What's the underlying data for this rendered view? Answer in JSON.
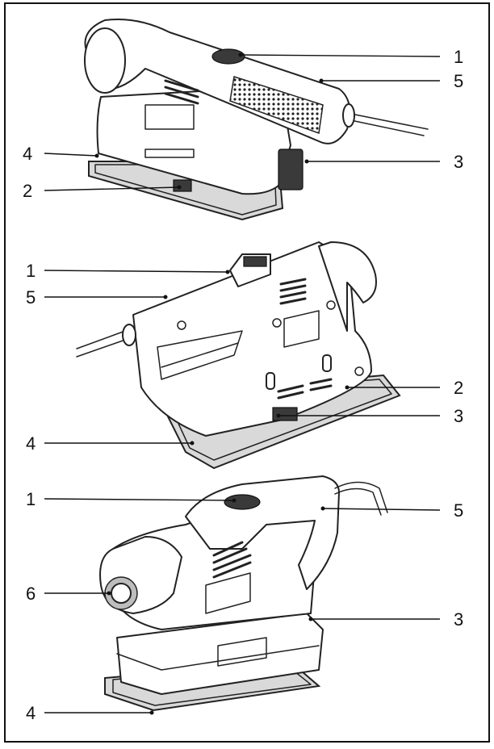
{
  "figures": [
    {
      "callouts": [
        {
          "label": "1",
          "side": "right"
        },
        {
          "label": "5",
          "side": "right"
        },
        {
          "label": "4",
          "side": "left"
        },
        {
          "label": "3",
          "side": "right"
        },
        {
          "label": "2",
          "side": "left"
        }
      ]
    },
    {
      "callouts": [
        {
          "label": "1",
          "side": "left"
        },
        {
          "label": "5",
          "side": "left"
        },
        {
          "label": "2",
          "side": "right"
        },
        {
          "label": "3",
          "side": "right"
        },
        {
          "label": "4",
          "side": "left"
        }
      ]
    },
    {
      "callouts": [
        {
          "label": "1",
          "side": "left"
        },
        {
          "label": "5",
          "side": "right"
        },
        {
          "label": "6",
          "side": "left"
        },
        {
          "label": "3",
          "side": "right"
        },
        {
          "label": "4",
          "side": "left"
        }
      ]
    }
  ]
}
